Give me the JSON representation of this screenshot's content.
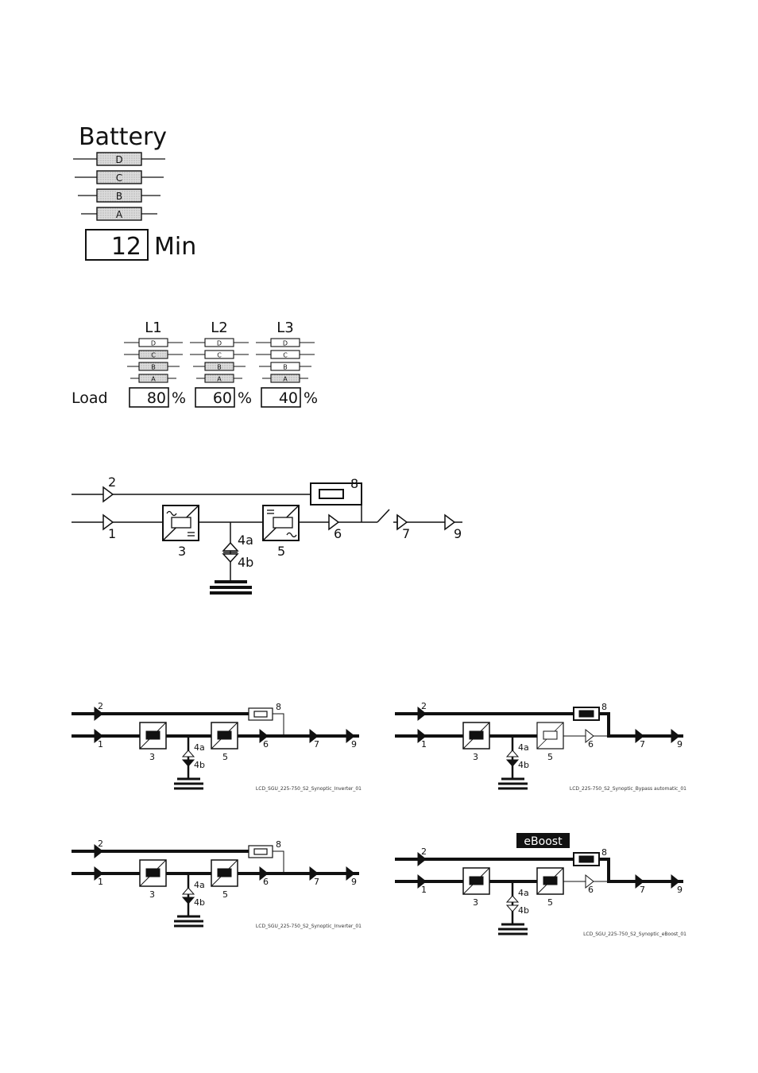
{
  "battery": {
    "title": "Battery",
    "levels": [
      "D",
      "C",
      "B",
      "A"
    ],
    "value": "12",
    "unit": "Min"
  },
  "load": {
    "label": "Load",
    "unit": "%",
    "phases": [
      {
        "name": "L1",
        "value": "80"
      },
      {
        "name": "L2",
        "value": "60"
      },
      {
        "name": "L3",
        "value": "40"
      }
    ],
    "levels": [
      "D",
      "C",
      "B",
      "A"
    ]
  },
  "synoptic": {
    "labels": {
      "n1": "1",
      "n2": "2",
      "n3": "3",
      "n4a": "4a",
      "n4b": "4b",
      "n5": "5",
      "n6": "6",
      "n7": "7",
      "n8": "8",
      "n9": "9"
    },
    "panels": [
      {
        "caption": "LCD_SGU_225-750_S2_Synoptic_Inverter_01"
      },
      {
        "caption": "LCD_225-750_S2_Synoptic_Bypass automatic_01"
      },
      {
        "caption": "LCD_SGU_225-750_S2_Synoptic_Inverter_01"
      },
      {
        "caption": "LCD_SGU_225-750_S2_Synoptic_eBoost_01",
        "badge": "eBoost"
      }
    ]
  }
}
